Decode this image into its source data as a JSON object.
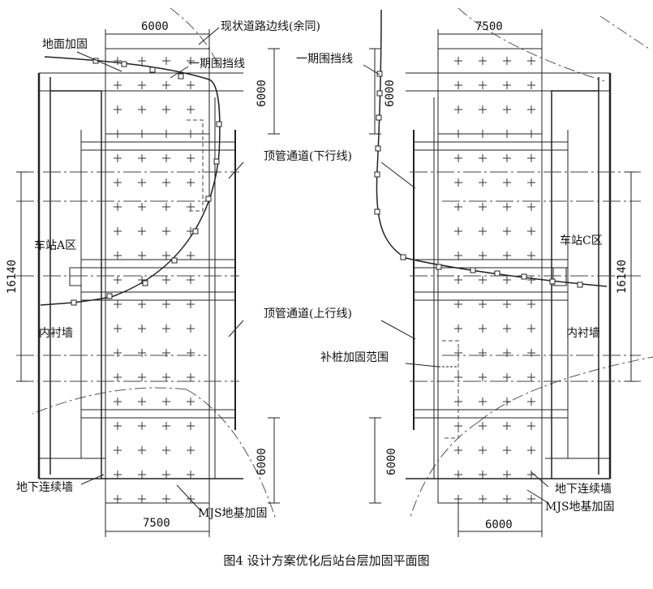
{
  "caption": "图4   设计方案优化后站台层加固平面图",
  "labels": {
    "ground_reinforce": "地面加固",
    "road_edge": "现状道路边线(余同)",
    "phase1_left": "一期围挡线",
    "phase1_right": "一期围挡线",
    "pipe_down": "顶管通道(下行线)",
    "pipe_up": "顶管通道(上行线)",
    "station_a": "车站A区",
    "station_c": "车站C区",
    "lining_left": "内衬墙",
    "lining_right": "内衬墙",
    "pile_range": "补桩加固范围",
    "diaphragm_left": "地下连续墙",
    "diaphragm_right": "地下连续墙",
    "mjs_left": "MJS地基加固",
    "mjs_right": "MJS地基加固"
  },
  "dimensions": {
    "top_left": "6000",
    "top_right": "7500",
    "bottom_left": "7500",
    "bottom_right": "6000",
    "left_vertical_top": "6000",
    "right_vertical_top": "6000",
    "left_vertical_bottom": "6000",
    "right_vertical_bottom": "6000",
    "left_total": "16140",
    "right_total": "16140"
  }
}
